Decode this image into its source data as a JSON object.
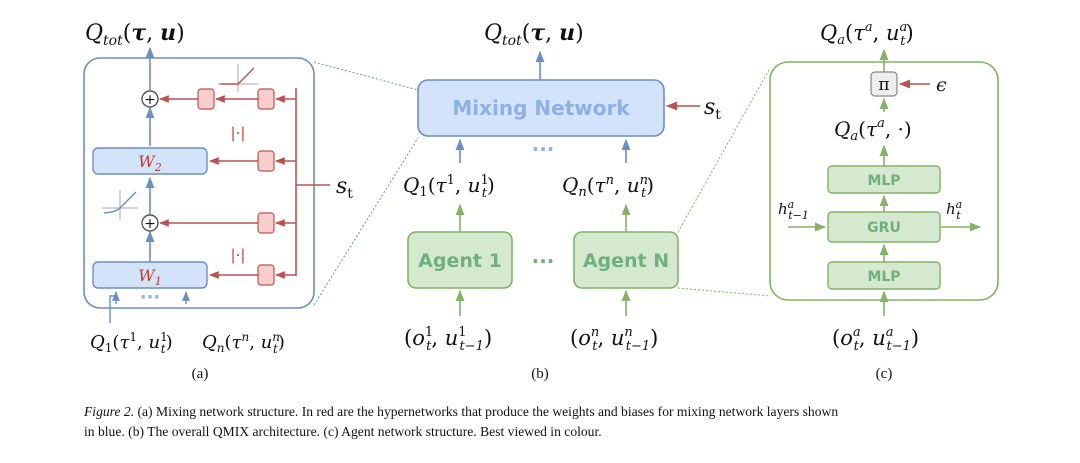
{
  "panel_a": {
    "output_label": "Q_tot(τ, u)",
    "w2_label": "W",
    "w2_sub": "2",
    "w1_label": "W",
    "w1_sub": "1",
    "abs_label_top": "|·|",
    "abs_label_bottom": "|·|",
    "plus_symbol": "+",
    "state_label": "s",
    "state_sub": "t",
    "dots": "···",
    "input_first": "Q_1(τ^1, u_t^1)",
    "input_last": "Q_n(τ^n, u_t^n)",
    "caption": "(a)"
  },
  "panel_b": {
    "output_label": "Q_tot(τ, u)",
    "mixing_label": "Mixing Network",
    "state_label": "s",
    "state_sub": "t",
    "dots_top": "···",
    "dots_mid": "···",
    "q_first": "Q_1(τ^1, u_t^1)",
    "q_last": "Q_n(τ^n, u_t^n)",
    "agent_first": "Agent 1",
    "agent_last": "Agent N",
    "obs_first": "(o_t^1, u_{t-1}^1)",
    "obs_last": "(o_t^n, u_{t-1}^n)",
    "caption": "(b)"
  },
  "panel_c": {
    "output_label": "Q_a(τ^a, u_t^a)",
    "pi_label": "π",
    "epsilon_label": "ϵ",
    "q_intermediate": "Q_a(τ^a, ·)",
    "mlp_top": "MLP",
    "gru": "GRU",
    "mlp_bottom": "MLP",
    "hidden_in": "h_{t-1}^a",
    "hidden_out": "h_t^a",
    "input_label": "(o_t^a, u_{t-1}^a)",
    "caption": "(c)"
  },
  "figure_caption": {
    "label": "Figure 2.",
    "text_line1": " (a) Mixing network structure. In red are the hypernetworks that produce the weights and biases for mixing network layers shown",
    "text_line2": "in blue. (b) The overall QMIX architecture. (c) Agent network structure. Best viewed in colour."
  },
  "colors": {
    "blue_fill": "#d3e3fb",
    "blue_stroke": "#6d8ec0",
    "blue_text": "#8fb0e3",
    "green_fill": "#d5e8d0",
    "green_stroke": "#82b366",
    "green_text": "#6fb07d",
    "red_fill": "#f8cecc",
    "red_stroke": "#b85450",
    "red_text": "#c0392b"
  }
}
